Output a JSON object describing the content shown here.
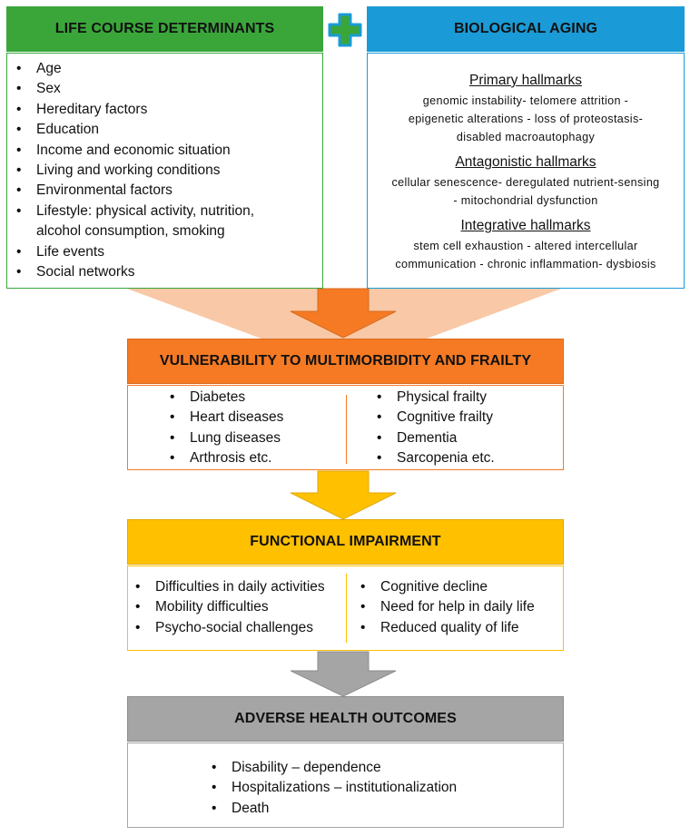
{
  "colors": {
    "green": "#3aa63a",
    "blue": "#1a9bd7",
    "orange": "#f57a23",
    "gold": "#ffc000",
    "gray": "#a5a5a5",
    "peach": "#f9c8a6"
  },
  "life_course": {
    "title": "LIFE COURSE DETERMINANTS",
    "items": [
      "Age",
      "Sex",
      "Hereditary factors",
      "Education",
      "Income and economic situation",
      "Living and working conditions",
      "Environmental factors",
      "Lifestyle: physical activity, nutrition,",
      "Life events",
      "Social networks"
    ],
    "item7_continuation": "alcohol consumption, smoking"
  },
  "plus_icon": "plus-icon",
  "biological": {
    "title": "BIOLOGICAL AGING",
    "primary_title": "Primary hallmarks",
    "primary_text": "genomic instability- telomere attrition -\nepigenetic alterations - loss of proteostasis-\ndisabled macroautophagy",
    "antagonistic_title": "Antagonistic hallmarks",
    "antagonistic_text": "cellular senescence- deregulated nutrient-sensing\n- mitochondrial dysfunction",
    "integrative_title": "Integrative hallmarks",
    "integrative_text": "stem cell exhaustion - altered intercellular\ncommunication - chronic inflammation-  dysbiosis"
  },
  "vulnerability": {
    "title": "VULNERABILITY TO MULTIMORBIDITY AND FRAILTY",
    "left": [
      "Diabetes",
      "Heart diseases",
      "Lung diseases",
      "Arthrosis etc."
    ],
    "right": [
      "Physical frailty",
      "Cognitive frailty",
      "Dementia",
      "Sarcopenia etc."
    ]
  },
  "functional": {
    "title": "FUNCTIONAL IMPAIRMENT",
    "left": [
      "Difficulties in daily activities",
      "Mobility difficulties",
      "Psycho-social challenges"
    ],
    "right": [
      "Cognitive decline",
      "Need for help in daily life",
      "Reduced quality of life"
    ]
  },
  "adverse": {
    "title": "ADVERSE HEALTH OUTCOMES",
    "items": [
      "Disability – dependence",
      "Hospitalizations – institutionalization",
      "Death"
    ]
  }
}
